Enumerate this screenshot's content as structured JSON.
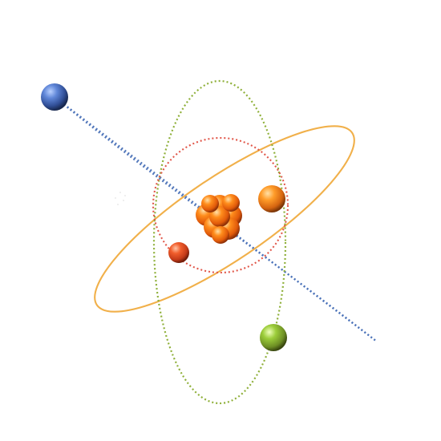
{
  "diagram": {
    "subject": "atom model",
    "nucleus": {
      "particle_count": 9,
      "colors": [
        "#ff8a1a",
        "#f06a10",
        "#e55a08",
        "#ffa13a"
      ]
    },
    "orbits": [
      {
        "id": "blue-orbit",
        "color": "#4b72b8",
        "style": "dotted"
      },
      {
        "id": "orange-orbit",
        "color": "#f1b04a",
        "style": "solid"
      },
      {
        "id": "green-orbit",
        "color": "#8fb03a",
        "style": "dotted"
      },
      {
        "id": "red-orbit",
        "color": "#e1574a",
        "style": "dotted"
      }
    ],
    "electrons": [
      {
        "id": "blue-electron",
        "color": "#3d61b0"
      },
      {
        "id": "orange-electron",
        "color": "#ef7a1a"
      },
      {
        "id": "red-electron",
        "color": "#e14a2a"
      },
      {
        "id": "green-electron",
        "color": "#7ea832"
      }
    ]
  }
}
